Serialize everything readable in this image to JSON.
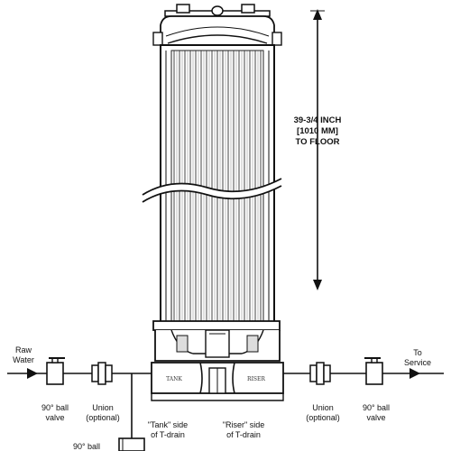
{
  "dimension": {
    "line1": "39-3/4 INCH",
    "line2": "[1010 MM]",
    "line3": "TO FLOOR"
  },
  "labels": {
    "raw_water_1": "Raw",
    "raw_water_2": "Water",
    "to_service_1": "To",
    "to_service_2": "Service",
    "ball_valve_left_1": "90° ball",
    "ball_valve_left_2": "valve",
    "union_left_1": "Union",
    "union_left_2": "(optional)",
    "tank_side_1": "\"Tank\" side",
    "tank_side_2": "of T-drain",
    "riser_side_1": "\"Riser\" side",
    "riser_side_2": "of T-drain",
    "union_right_1": "Union",
    "union_right_2": "(optional)",
    "ball_valve_right_1": "90° ball",
    "ball_valve_right_2": "valve",
    "ball_valve_bottom": "90° ball",
    "base_tank": "TANK",
    "base_riser": "RISER"
  }
}
